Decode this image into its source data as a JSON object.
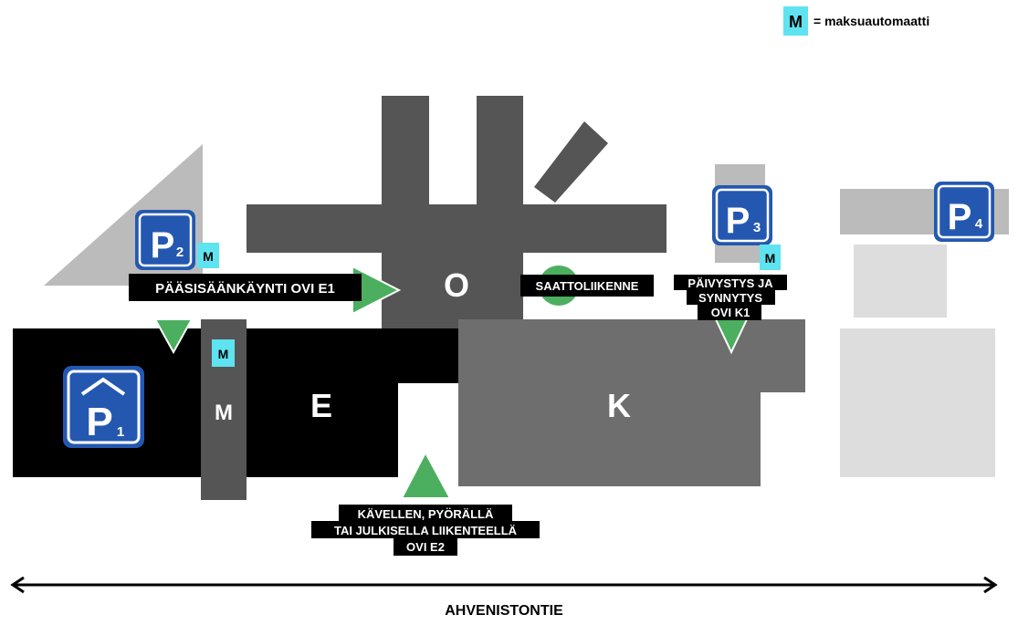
{
  "legend": {
    "symbol": "M",
    "text": "= maksuautomaatti"
  },
  "buildings": {
    "O": "O",
    "E": "E",
    "K": "K",
    "M": "M"
  },
  "parking": [
    {
      "id": "P1",
      "letter": "P",
      "number": "1"
    },
    {
      "id": "P2",
      "letter": "P",
      "number": "2"
    },
    {
      "id": "P3",
      "letter": "P",
      "number": "3"
    },
    {
      "id": "P4",
      "letter": "P",
      "number": "4"
    }
  ],
  "pay_machine_label": "M",
  "entrances": {
    "main": "PÄÄSISÄÄNKÄYNTI OVI E1",
    "dropoff": "SAATTOLIIKENNE",
    "emergency": [
      "PÄIVYSTYS JA",
      "SYNNYTYS",
      "OVI K1"
    ],
    "walk": [
      "KÄVELLEN, PYÖRÄLLÄ",
      "TAI JULKISELLA LIIKENTEELLÄ",
      "OVI E2"
    ]
  },
  "street": "AHVENISTONTIE",
  "colors": {
    "green": "#4caf5f",
    "sign_blue": "#2458b0",
    "cyan": "#5fe3f0"
  }
}
